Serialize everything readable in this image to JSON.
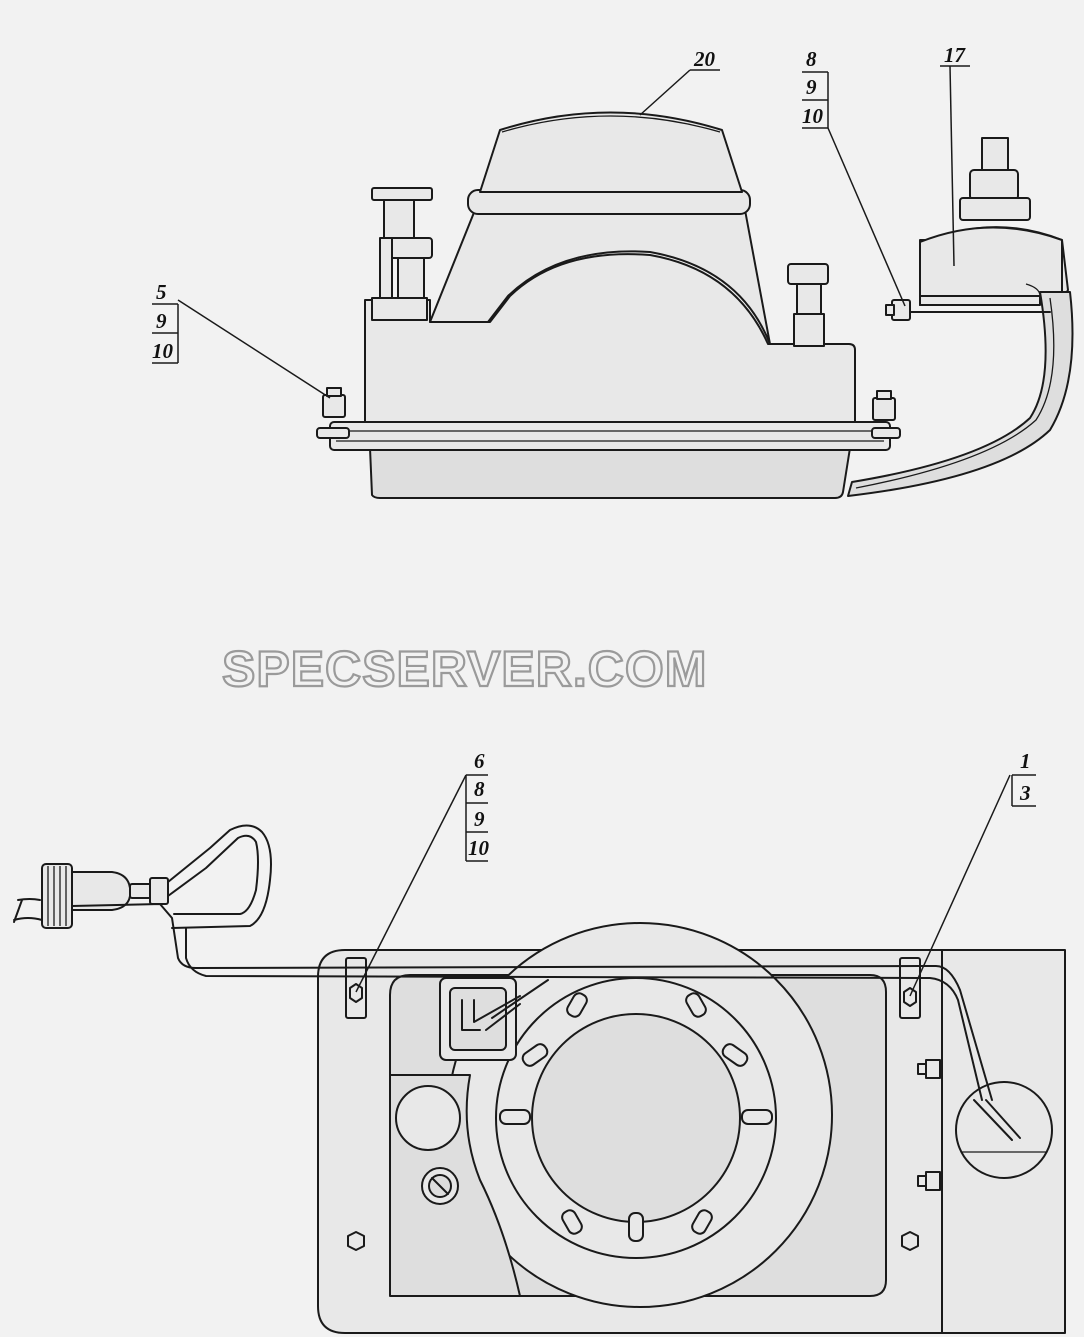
{
  "watermark": "SPECSERVER.COM",
  "callouts": {
    "top_left_stack": [
      "5",
      "9",
      "10"
    ],
    "top_center": "20",
    "top_right_stack": [
      "8",
      "9",
      "10"
    ],
    "top_right": "17",
    "bottom_center_stack": [
      "6",
      "8",
      "9",
      "10"
    ],
    "bottom_right_stack": [
      "1",
      "3"
    ]
  }
}
